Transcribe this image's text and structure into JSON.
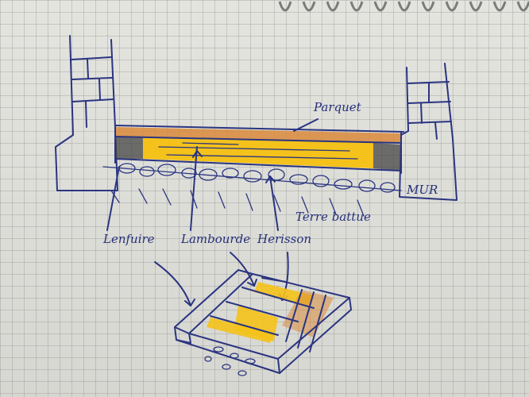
{
  "labels": {
    "parquet": "Parquet",
    "lambourde": "Lambourde",
    "herisson": "Herisson",
    "lenfuire": "Lenfuire",
    "terre_battue": "Terre battue",
    "mur": "MUR"
  },
  "colors": {
    "ink": "#2a3580",
    "yellow": "#f4c21a",
    "orange": "#d98a3a",
    "paper": "#e4e4df"
  }
}
